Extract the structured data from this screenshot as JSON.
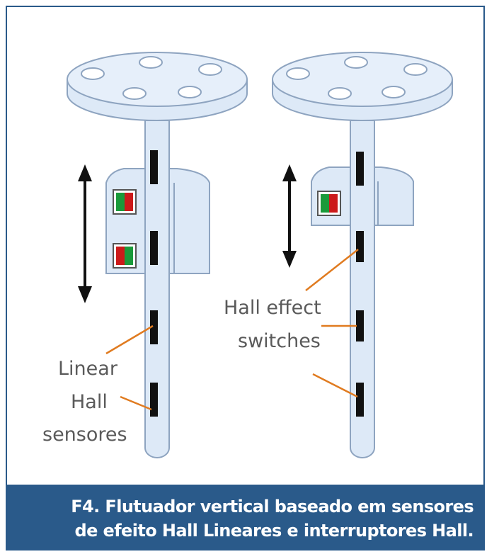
{
  "labels": {
    "linear_line1": "Linear",
    "linear_line2": "Hall",
    "linear_line3": "sensores",
    "switch_line1": "Hall effect",
    "switch_line2": "switches"
  },
  "caption": {
    "line1": "F4. Flutuador vertical baseado em sensores",
    "line2": "de efeito Hall Lineares e interruptores Hall."
  },
  "colors": {
    "frame": "#2a5a8a",
    "caption_bg": "#2a5a8a",
    "caption_text": "#ffffff",
    "device_fill": "#dde9f7",
    "device_stroke": "#8ea4c0",
    "magnet": "#111111",
    "sensor_red": "#cc1a1a",
    "sensor_green": "#1a9a3a",
    "leader_line": "#e07b20",
    "label_text": "#5a5a5a"
  }
}
